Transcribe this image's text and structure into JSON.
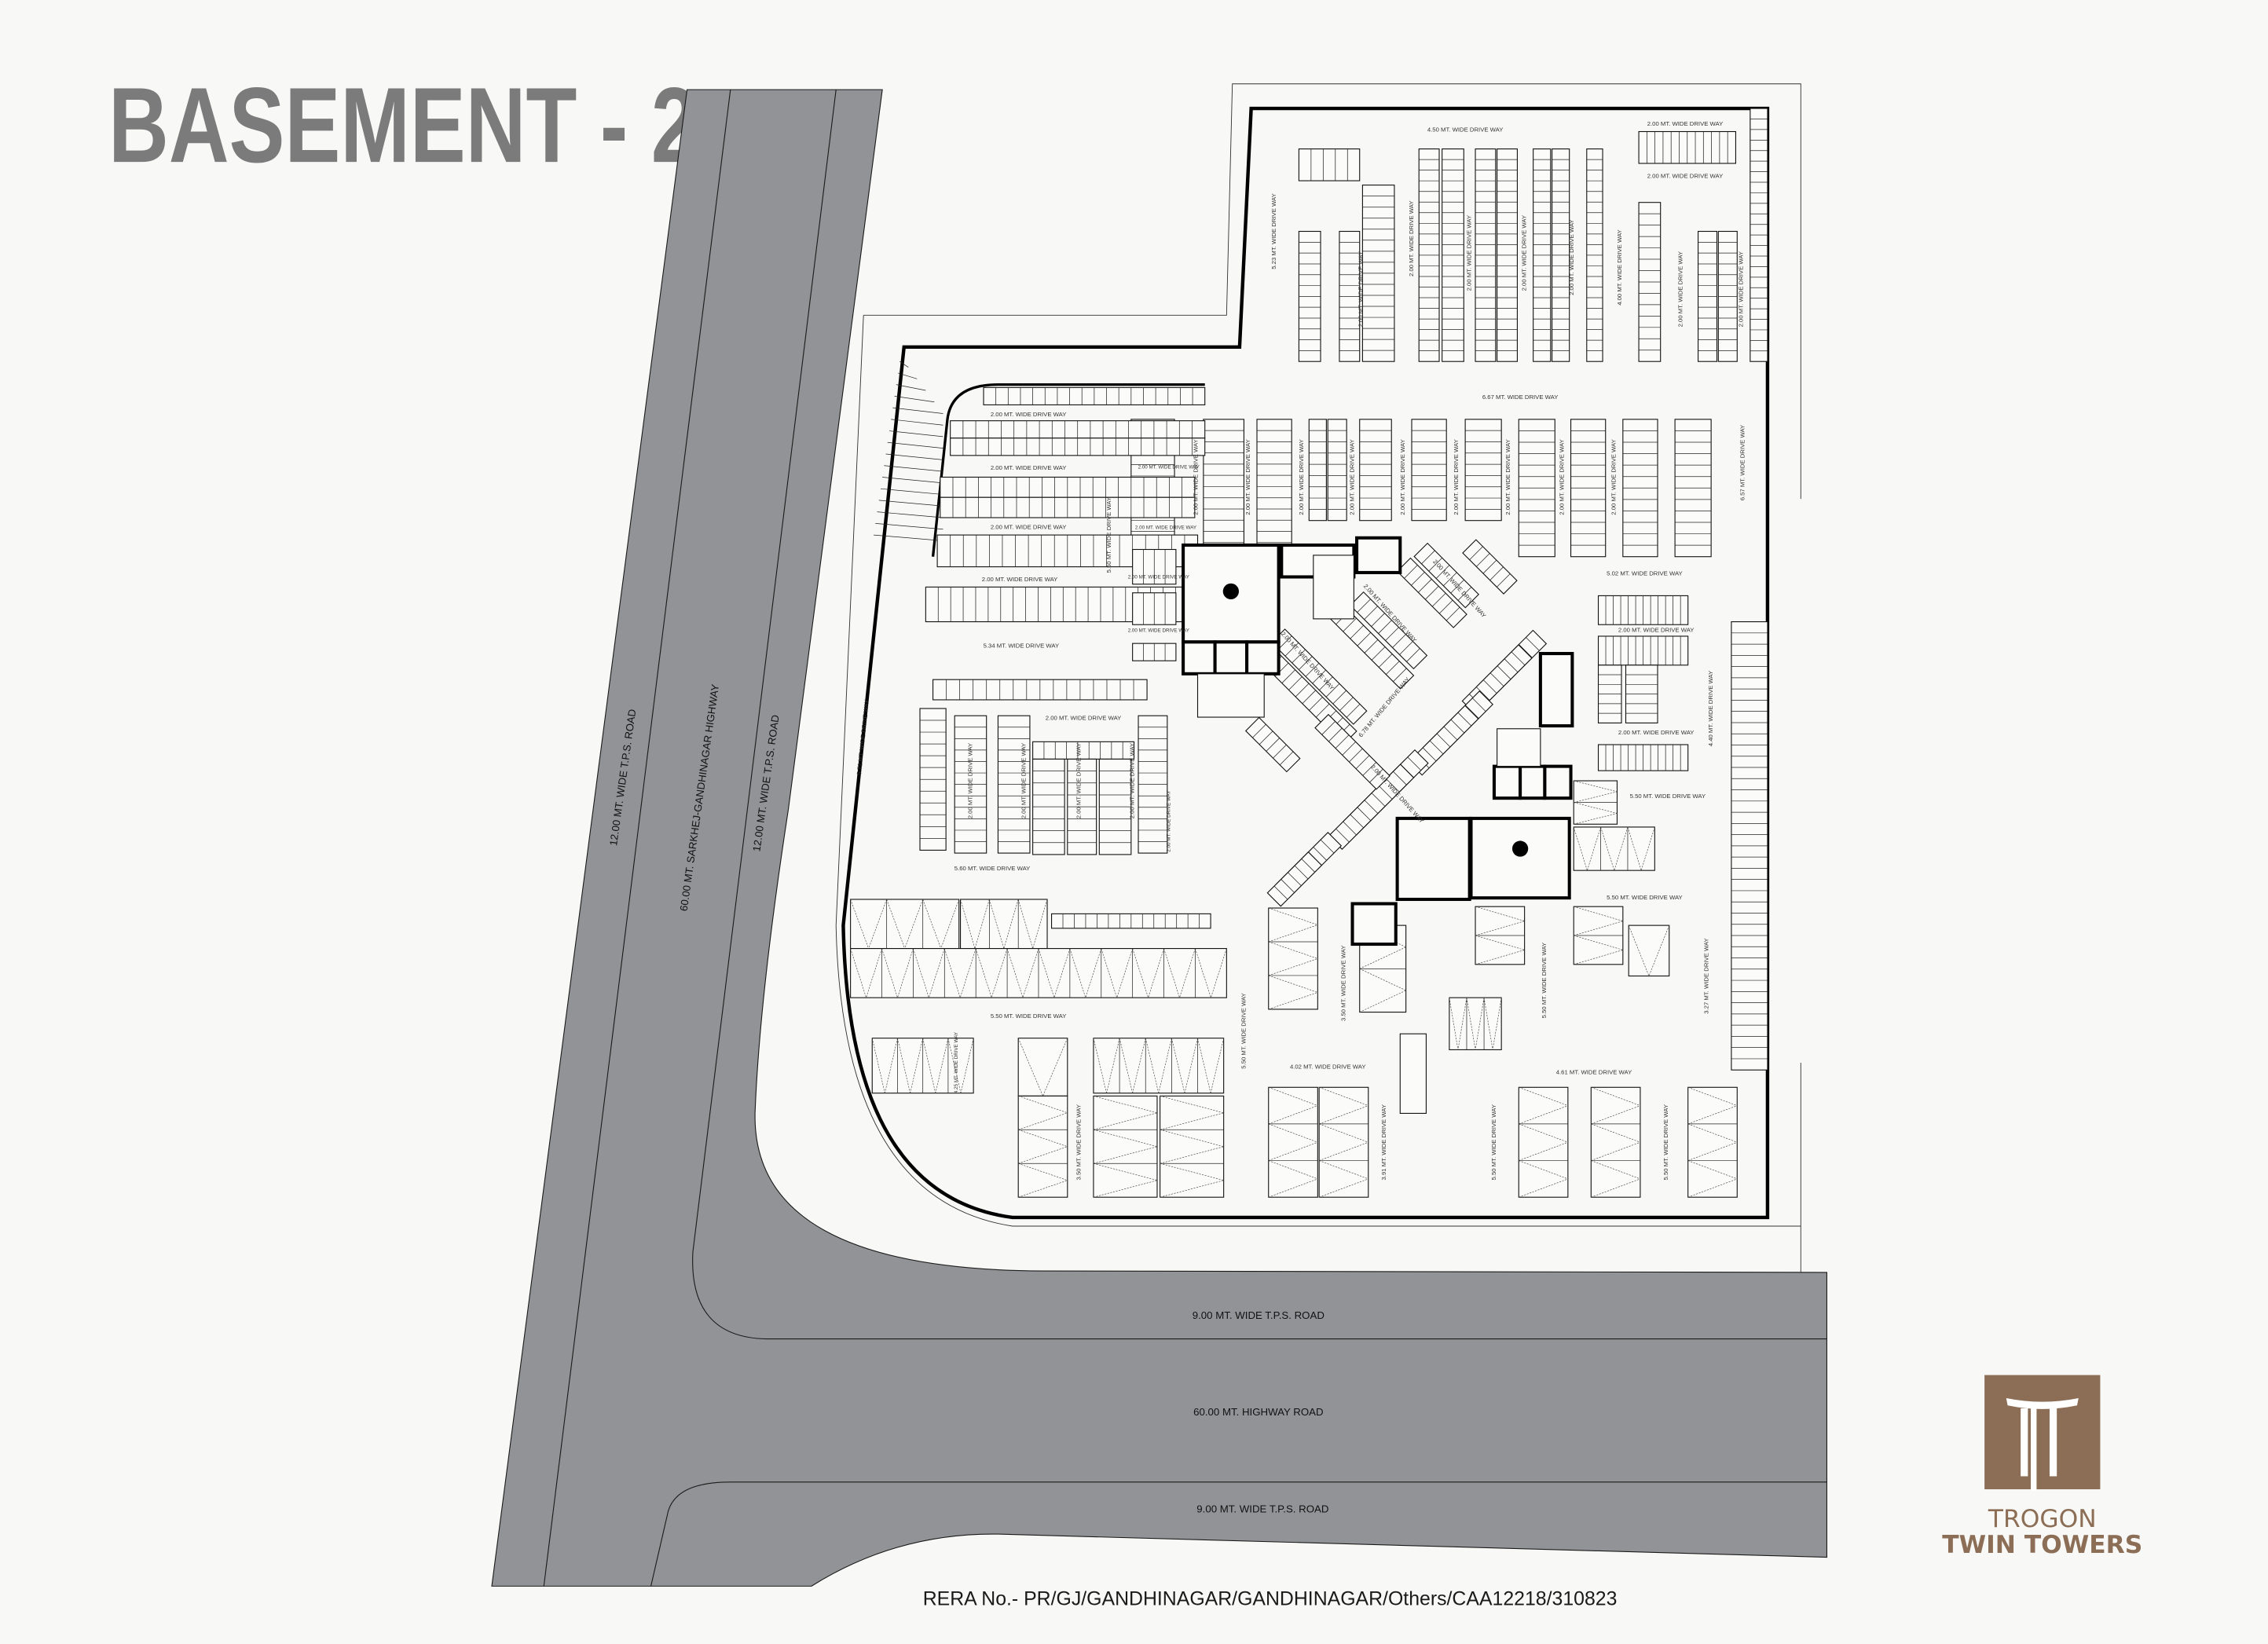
{
  "title": "BASEMENT - 2",
  "roads": {
    "left_tps": "12.00 MT. WIDE T.P.S. ROAD",
    "highway": "60.00 MT. SARKHEJ-GANDHINAGAR HIGHWAY",
    "right_tps": "12.00 MT. WIDE T.P.S. ROAD",
    "upper_tps": "9.00 MT. WIDE T.P.S. ROAD",
    "highway_road": "60.00 MT.  HIGHWAY ROAD",
    "lower_tps": "9.00 MT. WIDE T.P.S. ROAD"
  },
  "drive_ways": [
    "4.50 MT. WIDE DRIVE WAY",
    "2.00 MT. WIDE DRIVE WAY",
    "2.00 MT. WIDE DRIVE WAY",
    "5.23 MT. WIDE DRIVE WAY",
    "2.00 MT. WIDE DRIVE WAY",
    "2.00 MT. WIDE DRIVE WAY",
    "2.00 MT. WIDE DRIVE WAY",
    "2.00 MT. WIDE DRIVE WAY",
    "2.00 MT. WIDE DRIVE WAY",
    "4.00 MT. WIDE DRIVE WAY",
    "2.00 MT. WIDE DRIVE WAY",
    "2.00 MT. WIDE DRIVE WAY",
    "6.67 MT. WIDE DRIVE WAY",
    "2.00 MT. WIDE DRIVE WAY",
    "2.00 MT. WIDE DRIVE WAY",
    "2.00 MT. WIDE DRIVE WAY",
    "2.00 MT. WIDE DRIVE WAY",
    "5.34 MT. WIDE DRIVE WAY",
    "5.50 MT. WIDE DRIVE WAY",
    "2.00 MT. WIDE DRIVE WAY",
    "2.00 MT. WIDE DRIVE WAY",
    "2.00 MT. WIDE DRIVE WAY",
    "2.00 MT. WIDE DRIVE WAY",
    "2.00 MT. WIDE DRIVE WAY",
    "2.00 MT. WIDE DRIVE WAY",
    "2.00 MT. WIDE DRIVE WAY",
    "2.00 MT. WIDE DRIVE WAY",
    "2.00 MT. WIDE DRIVE WAY",
    "2.00 MT. WIDE DRIVE WAY",
    "2.00 MT. WIDE DRIVE WAY",
    "2.00 MT. WIDE DRIVE WAY",
    "2.00 MT. WIDE DRIVE WAY",
    "6.57 MT. WIDE DRIVE WAY",
    "5.02 MT. WIDE DRIVE WAY",
    "2.00 MT. WIDE DRIVE WAY",
    "2.00 MT. WIDE DRIVE WAY",
    "4.40 MT. WIDE DRIVE WAY",
    "5.50 MT. WIDE DRIVE WAY",
    "5.50 MT. WIDE DRIVE WAY",
    "3.27 MT. WIDE DRIVE WAY",
    "4.61 MT. WIDE DRIVE WAY",
    "5.50 MT. WIDE DRIVE WAY",
    "5.50 MT. WIDE DRIVE WAY",
    "5.50 MT. WIDE DRIVE WAY",
    "3.91 MT. WIDE DRIVE WAY",
    "4.02 MT. WIDE DRIVE WAY",
    "3.50 MT. WIDE DRIVE WAY",
    "5.50 MT. WIDE DRIVE WAY",
    "3.50 MT. WIDE DRIVE WAY",
    "4.25 MT. WIDE DRIVE WAY",
    "5.50 MT. WIDE DRIVE WAY",
    "5.60 MT. WIDE DRIVE WAY",
    "5.72 MT. WIDE DRIVE WAY",
    "2.00 MT. WIDE DRIVE WAY",
    "2.00 MT. WIDE DRIVE WAY",
    "2.00 MT. WIDE DRIVE WAY",
    "2.00 MT. WIDE DRIVE WAY",
    "2.00 MT. WIDE DRIVE WAY",
    "2.00 MT. WIDE DRIVE WAY",
    "6.78 MT. WIDE DRIVE WAY",
    "2.00 MT. WIDE DRIVE WAY",
    "2.00 MT. WIDE DRIVE WAY",
    "2.00 MT. WIDE DRIVE WAY",
    "2.00 MT. WIDE DRIVE WAY"
  ],
  "rera": "RERA No.- PR/GJ/GANDHINAGAR/GANDHINAGAR/Others/CAA12218/310823",
  "brand": {
    "name": "TROGON",
    "tagline": "TWIN TOWERS",
    "logo_icon": "twin-pillar-arch-icon"
  },
  "colors": {
    "road": "#929396",
    "background": "#f8f8f6",
    "title": "#7b7b7b",
    "brand": "#8b6e55"
  }
}
